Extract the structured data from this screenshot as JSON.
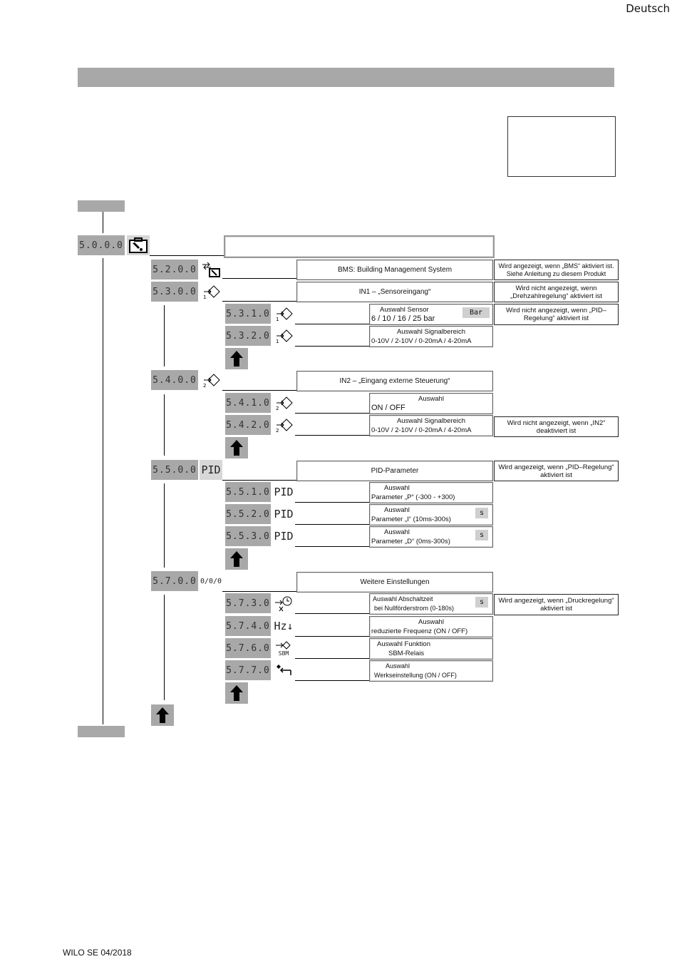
{
  "header": {
    "language": "Deutsch"
  },
  "footer": {
    "text": "WILO SE 04/2018"
  },
  "icons": {
    "back": "back-arrow-icon",
    "wrench": "wrench-case-icon"
  },
  "main_menu": {
    "code": "5.0.0.0",
    "label": ""
  },
  "items": {
    "m520": {
      "code": "5.2.0.0",
      "label": "BMS: Building Management System",
      "note": "Wird angezeigt, wenn „BMS“ aktiviert ist. Siehe Anleitung zu diesem Produkt"
    },
    "m530": {
      "code": "5.3.0.0",
      "label": "IN1 – „Sensoreingang“",
      "note": "Wird nicht angezeigt, wenn „Drehzahlregelung“ aktiviert ist"
    },
    "m531": {
      "code": "5.3.1.0",
      "title": "Auswahl Sensor",
      "value": "6 / 10 / 16 / 25 bar",
      "unit": "Bar",
      "note": "Wird nicht angezeigt, wenn „PID–Regelung“ aktiviert ist"
    },
    "m532": {
      "code": "5.3.2.0",
      "title": "Auswahl Signalbereich",
      "value": "0-10V / 2-10V / 0-20mA / 4-20mA"
    },
    "m540": {
      "code": "5.4.0.0",
      "label": "IN2 – „Eingang externe Steuerung“"
    },
    "m541": {
      "code": "5.4.1.0",
      "title": "Auswahl",
      "value": "ON / OFF"
    },
    "m542": {
      "code": "5.4.2.0",
      "title": "Auswahl Signalbereich",
      "value": "0-10V / 2-10V / 0-20mA / 4-20mA",
      "note": "Wird nicht angezeigt, wenn „IN2“ deaktiviert ist"
    },
    "m550": {
      "code": "5.5.0.0",
      "icon_text": "PID",
      "label": "PID-Parameter",
      "note": "Wird angezeigt, wenn „PID–Regelung“ aktiviert ist"
    },
    "m551": {
      "code": "5.5.1.0",
      "icon_text": "PID",
      "title": "Auswahl",
      "value": "Parameter „P“   (-300 - +300)"
    },
    "m552": {
      "code": "5.5.2.0",
      "icon_text": "PID",
      "title": "Auswahl",
      "value": "Parameter „I“   (10ms-300s)",
      "unit": "s"
    },
    "m553": {
      "code": "5.5.3.0",
      "icon_text": "PID",
      "title": "Auswahl",
      "value": "Parameter „D“   (0ms-300s)",
      "unit": "s"
    },
    "m570": {
      "code": "5.7.0.0",
      "icon_text": "0/0/0",
      "label": "Weitere Einstellungen"
    },
    "m573": {
      "code": "5.7.3.0",
      "title": "Auswahl Abschaltzeit",
      "value": "bei Nullförderstrom   (0-180s)",
      "unit": "s",
      "note": "Wird angezeigt, wenn „Druckregelung“ aktiviert ist"
    },
    "m574": {
      "code": "5.7.4.0",
      "icon_text": "Hz↓",
      "title": "Auswahl",
      "value": "reduzierte Frequenz   (ON / OFF)"
    },
    "m576": {
      "code": "5.7.6.0",
      "icon_text": "SBM",
      "title": "Auswahl Funktion",
      "value": "SBM-Relais"
    },
    "m577": {
      "code": "5.7.7.0",
      "title": "Auswahl",
      "value": "Werkseinstellung   (ON / OFF)"
    }
  }
}
